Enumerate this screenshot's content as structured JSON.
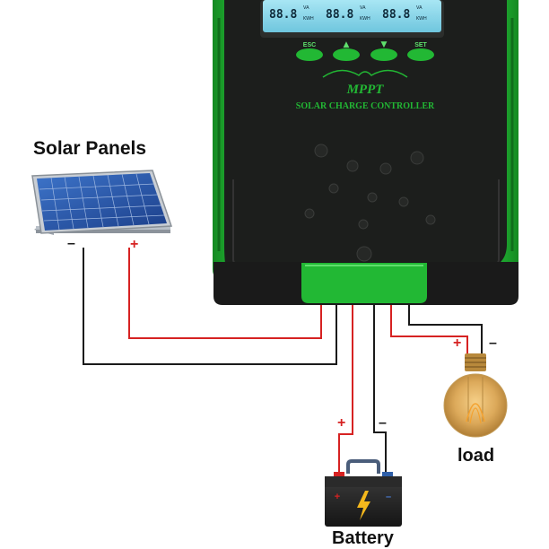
{
  "labels": {
    "solar_panels": "Solar Panels",
    "load": "load",
    "battery": "Battery"
  },
  "controller": {
    "name": "MPPT",
    "subtitle": "SOLAR CHARGE CONTROLLER",
    "buttons": [
      "ESC",
      "▲",
      "▼",
      "SET"
    ],
    "display_digits": "88.8",
    "display_units_top": "VA",
    "display_units_bottom": "KWH",
    "body_color": "#1fb530",
    "face_color": "#1c1e1c",
    "screen_color": "#8fd8ec"
  },
  "terminals": {
    "positive": "+",
    "negative": "–"
  },
  "wires": {
    "positive_color": "#d62222",
    "negative_color": "#1a1a1a"
  }
}
